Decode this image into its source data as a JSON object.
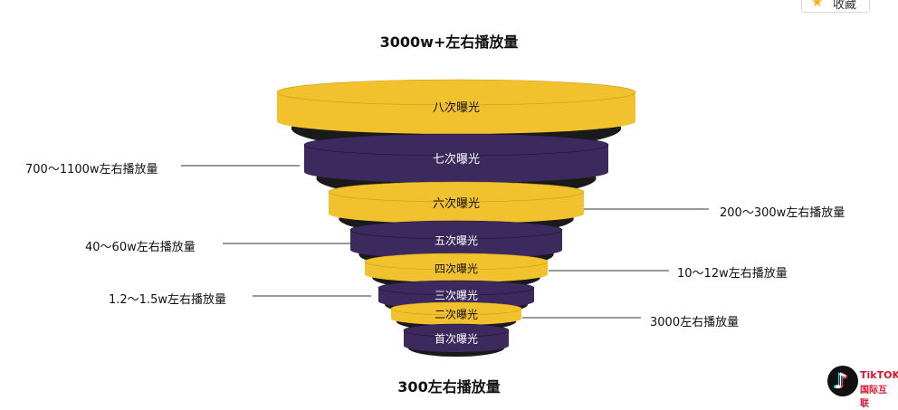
{
  "favorite_button": {
    "label": "收藏",
    "star_color": "#f3b515"
  },
  "title_top": "3000w+左右播放量",
  "title_bottom": "300左右播放量",
  "colors": {
    "yellow": "#f2c12e",
    "yellow_dark": "#c99e18",
    "purple": "#3c2a5e",
    "purple_dark": "#1f1534",
    "shadow": "#1a1a1a",
    "line": "#333333"
  },
  "layers": [
    {
      "label": "八次曝光",
      "color": "yellow"
    },
    {
      "label": "七次曝光",
      "color": "purple"
    },
    {
      "label": "六次曝光",
      "color": "yellow"
    },
    {
      "label": "五次曝光",
      "color": "purple"
    },
    {
      "label": "四次曝光",
      "color": "yellow"
    },
    {
      "label": "三次曝光",
      "color": "purple"
    },
    {
      "label": "二次曝光",
      "color": "yellow"
    },
    {
      "label": "首次曝光",
      "color": "purple"
    }
  ],
  "callouts": {
    "left": [
      {
        "text": "700～1100w左右播放量",
        "layer": "七次曝光"
      },
      {
        "text": "40～60w左右播放量",
        "layer": "五次曝光"
      },
      {
        "text": "1.2～1.5w左右播放量",
        "layer": "三次曝光"
      }
    ],
    "right": [
      {
        "text": "200～300w左右播放量",
        "layer": "六次曝光"
      },
      {
        "text": "10～12w左右播放量",
        "layer": "四次曝光"
      },
      {
        "text": "3000左右播放量",
        "layer": "二次曝光"
      }
    ]
  },
  "logo": {
    "line1": "TikTOK",
    "line2": "国际互联",
    "icon": "tiktok-note-icon"
  }
}
